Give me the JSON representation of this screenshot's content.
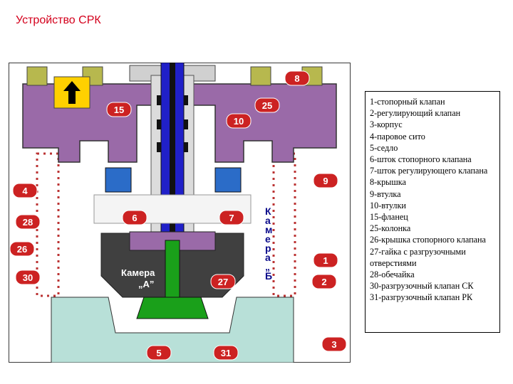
{
  "title": "Устройство СРК",
  "colors": {
    "body": "#9a6aa8",
    "bolt": "#b7b84e",
    "stem": "#2020c8",
    "shaft": "#1aa01a",
    "chamber": "#404040",
    "sieve": "#b8e0d8",
    "seal": "#2b6cc8",
    "callout": "#cc2222",
    "title": "#d4001c"
  },
  "callouts": [
    "15",
    "8",
    "25",
    "10",
    "4",
    "9",
    "28",
    "6",
    "7",
    "26",
    "1",
    "30",
    "2",
    "27",
    "5",
    "31",
    "3"
  ],
  "chambers": {
    "a_word": "Камера",
    "a_letter": "„А”",
    "b_vertical": "Камера„Б"
  },
  "legend": [
    "1-стопорный клапан",
    "2-регулирующий клапан",
    "3-корпус",
    "4-паровое сито",
    "5-седло",
    "6-шток стопорного клапана",
    "7-шток регулирующего клапана",
    "8-крышка",
    "9-втулка",
    "10-втулки",
    "15-фланец",
    "25-колонка",
    "26-крышка стопорного клапана",
    "27-гайка с разгрузочными отверстиями",
    "28-обечайка",
    "30-разгрузочный клапан СК",
    "31-разгрузочный клапан РК"
  ]
}
